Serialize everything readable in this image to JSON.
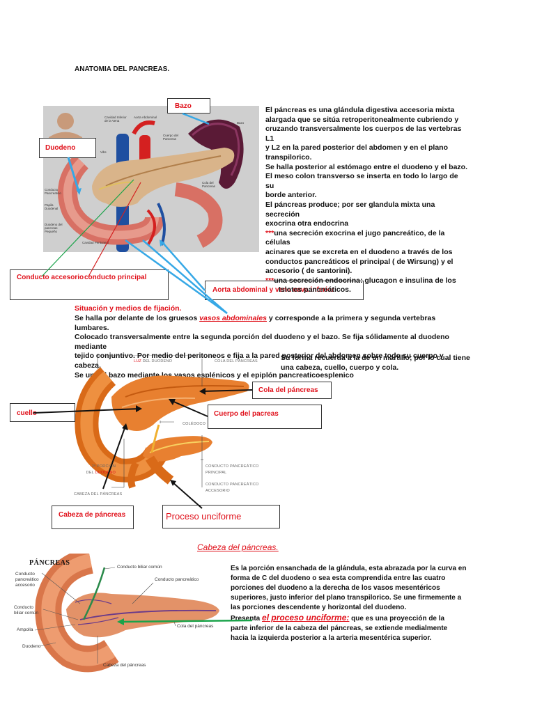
{
  "title": "ANATOMIA  DEL  PANCREAS.",
  "intro": {
    "lines": [
      "El páncreas es una  glándula digestiva accesoria mixta",
      "alargada que se sitúa retroperitonealmente cubriendo y",
      "cruzando transversalmente los cuerpos de las vertebras L1",
      "y L2 en la pared posterior del abdomen y en el plano",
      "transpilorico.",
      "Se halla posterior al estómago entre el duodeno y el bazo.",
      "El meso colon transverso se inserta en todo lo largo de su",
      "borde anterior.",
      "El páncreas produce; por ser glandula mixta una secreción",
      "exocrina  otra endocrina"
    ],
    "stars": "***",
    "exocrine_lines": [
      "una secreción exocrina el jugo pancreático, de la células",
      "acinares que se excreta en el duodeno a través de los",
      "conductos  pancreáticos el principal  ( de  Wirsung) y el",
      "accesorio ( de santorini)."
    ],
    "endocrine_lines": [
      "una secreción endocrina: glucagon e insulina de los",
      "Islotes pancreáticos."
    ]
  },
  "figure1": {
    "labels": {
      "bazo": "Bazo",
      "duodeno": "Duodeno",
      "conducto_accesorio": "Conducto accesorio",
      "conducto_principal": "conducto principal",
      "aorta": "Aorta abdominal  y vena cava inferior"
    },
    "small": {
      "cavidad": "Cavidad Inferior de la Vena",
      "aorta_abd": "Aorta Abdominal",
      "bazo_s": "Bazo",
      "cuerpo": "Cuerpo del Pancreas",
      "cola": "Cola del Pancreas",
      "conducto_pan": "Conducto Pancreatico",
      "papila": "Papila Duodenal",
      "duodeno_s": "Duodeno del pancreas Pequeño",
      "cavidad_pe": "Cavidad Peritoneal",
      "vibs": "Vibs"
    }
  },
  "situacion": {
    "heading": "Situación y medios de fijación.",
    "line1_pre": "Se halla por delante de los gruesos ",
    "line1_link": "vasos abdominales",
    "line1_post": " y corresponde a la primera  y segunda vertebras lumbares.",
    "lines": [
      "Colocado transversalmente entre la segunda porción del duodeno y el bazo. Se fija sólidamente al duodeno mediante",
      "tejido conjuntivo. Por medio del peritoneos e  fija a la pared posterior del abdomen sobre todo su  cuerpo y cabeza.",
      "Se une al bazo mediante  los vasos esplénicos y el epiplón pancreaticoesplenico"
    ],
    "forma_lines": [
      "Su forma recuerda a la de un  martillo; por lo cual tiene",
      "una  cabeza, cuello, cuerpo y cola."
    ]
  },
  "figure2": {
    "labels": {
      "cola": "Cola del páncreas",
      "cuello": "cuello",
      "cuerpo": "Cuerpo del pacreas",
      "cabeza": "Cabeza de páncreas",
      "unciforme": "Proceso unciforme"
    },
    "small": {
      "luz_red": "LUZ",
      "luz": " DEL DUODENO",
      "cola_p": "COLA DEL PÁNCREAS",
      "coledoco": "COLÉDOCO",
      "porcion1": "2ª PORCIÓN",
      "porcion2": "DEL",
      "porcion_red": "DUODENO",
      "cabeza_p": "CABEZA DEL PÁNCREAS",
      "cp1": "CONDUCTO PANCREÁTICO",
      "cp2": "PRINCIPAL",
      "ca1": "CONDUCTO PANCREÁTICO",
      "ca2": "ACCESORIO"
    }
  },
  "cabeza": {
    "heading": "Cabeza del páncreas.",
    "lines": [
      "Es la porción ensanchada de la glándula, esta abrazada por la curva en",
      "forma de  C del duodeno  o sea esta comprendida entre las cuatro",
      "porciones del duodeno a la derecha de los vasos mesentéricos",
      "superiores, justo inferior del plano transpilorico. Se une firmemente a",
      "las porciones descendente y horizontal del duodeno."
    ],
    "presenta": "Presenta ",
    "proceso": "el proceso unciforme:",
    "presenta_post": " que es una proyección de la",
    "post_lines": [
      "parte inferior de la cabeza del páncreas, se  extiende medialmente",
      "hacia la izquierda posterior a la arteria mesentérica superior."
    ]
  },
  "figure3": {
    "title": "PÁNCREAS",
    "labels": {
      "biliar_comun": "Conducto biliar común",
      "accesorio": "Conducto pancreático accesorio",
      "pancreatico": "Conducto pancreático",
      "biliar": "Conducto biliar común",
      "ampolla": "Ampolla",
      "cola": "Cola del páncreas",
      "duodeno": "Duodeno",
      "cabeza": "Cabeza del páncreas"
    }
  },
  "colors": {
    "accent_red": "#e0101a",
    "arrow_blue": "#36a8e6",
    "arrow_green": "#1aa34a"
  }
}
